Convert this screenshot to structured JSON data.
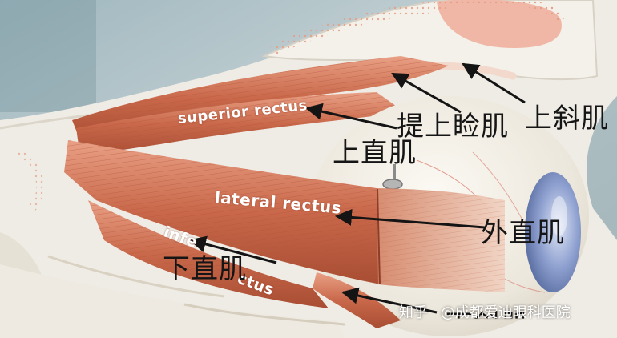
{
  "labels_en": {
    "superior_rectus": "superior rectus",
    "lateral_rectus": "lateral rectus",
    "inferior_rectus_visible": "infe",
    "inferior_rectus_tail": "ctus"
  },
  "labels_zh": {
    "levator": "提上睑肌",
    "superior_oblique": "上斜肌",
    "superior_rectus": "上直肌",
    "lateral_rectus": "外直肌",
    "inferior_rectus": "下直肌",
    "inferior_oblique_partial": "下斜肌"
  },
  "watermark": {
    "platform": "知乎",
    "author": "@成都爱迪眼科医院"
  },
  "colors": {
    "muscle": "#c9684a",
    "muscle_light": "#e39a7f",
    "bone": "#f1efe9",
    "eye_white": "#f6f3ec",
    "cornea": "#8fa2cf",
    "arrow": "#141414",
    "background": "#c5d1d5"
  }
}
